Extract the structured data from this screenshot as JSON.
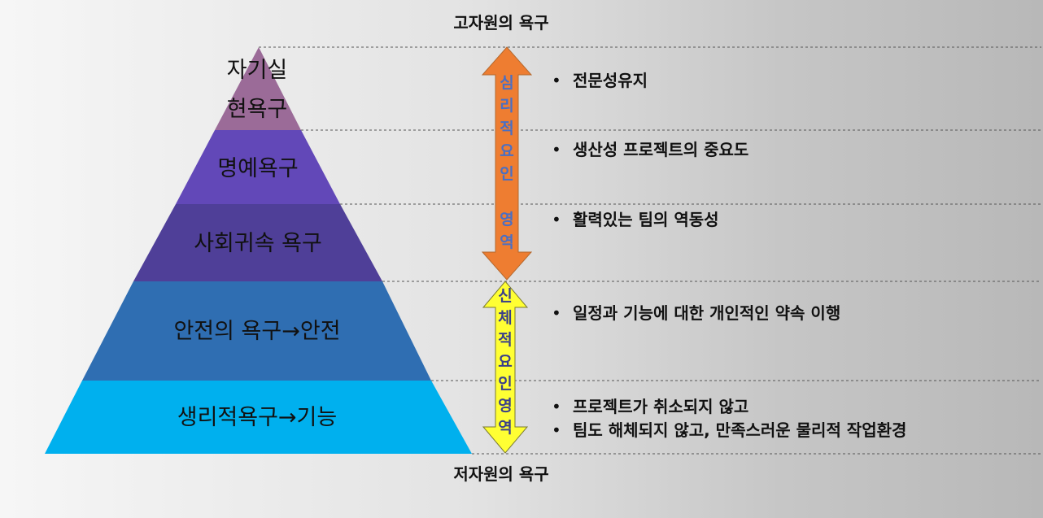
{
  "top_label": "고자원의 욕구",
  "bottom_label": "저자원의 욕구",
  "pyramid": {
    "levels": [
      {
        "lines": [
          "자기실",
          "현욕구"
        ],
        "color": "#9b6b98"
      },
      {
        "lines": [
          "명예욕구"
        ],
        "color": "#6248b8"
      },
      {
        "lines": [
          "사회귀속 욕구"
        ],
        "color": "#4f3f98"
      },
      {
        "lines": [
          "안전의 욕구→안전"
        ],
        "color": "#2f6eb2"
      },
      {
        "lines": [
          "생리적욕구→기능"
        ],
        "color": "#00b0ee"
      }
    ]
  },
  "arrows": [
    {
      "chars": [
        "심",
        "리",
        "적",
        "요",
        "인",
        "",
        "영",
        "역"
      ],
      "fill": "#ee7d31",
      "text_color": "#4a6fc4"
    },
    {
      "chars": [
        "신",
        "체",
        "적",
        "요",
        "인",
        "영",
        "역"
      ],
      "fill": "#ffff33",
      "text_color": "#3a3f8a"
    }
  ],
  "bullets": [
    "전문성유지",
    "생산성 프로젝트의 중요도",
    "활력있는 팀의 역동성",
    "일정과 기능에 대한 개인적인 약속 이행",
    "프로젝트가 취소되지 않고",
    "팀도 해체되지 않고, 만족스러운 물리적 작업환경"
  ],
  "bullet_symbol": "•"
}
